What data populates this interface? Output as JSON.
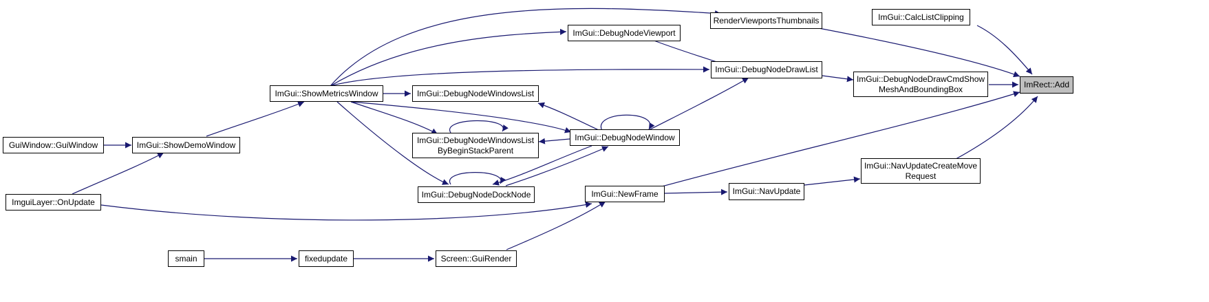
{
  "nodes": {
    "imrect_add": [
      "ImRect::Add"
    ],
    "calc_list_clipping": [
      "ImGui::CalcListClipping"
    ],
    "render_viewports_thumbnails": [
      "RenderViewportsThumbnails"
    ],
    "debug_node_viewport": [
      "ImGui::DebugNodeViewport"
    ],
    "debug_node_draw_list": [
      "ImGui::DebugNodeDrawList"
    ],
    "debug_node_draw_cmd_show": [
      "ImGui::DebugNodeDrawCmdShow",
      "MeshAndBoundingBox"
    ],
    "show_metrics_window": [
      "ImGui::ShowMetricsWindow"
    ],
    "debug_node_windows_list": [
      "ImGui::DebugNodeWindowsList"
    ],
    "debug_node_windows_list_by_begin": [
      "ImGui::DebugNodeWindowsList",
      "ByBeginStackParent"
    ],
    "debug_node_window": [
      "ImGui::DebugNodeWindow"
    ],
    "debug_node_dock_node": [
      "ImGui::DebugNodeDockNode"
    ],
    "gui_window": [
      "GuiWindow::GuiWindow"
    ],
    "show_demo_window": [
      "ImGui::ShowDemoWindow"
    ],
    "imgui_layer_on_update": [
      "ImguiLayer::OnUpdate"
    ],
    "new_frame": [
      "ImGui::NewFrame"
    ],
    "nav_update": [
      "ImGui::NavUpdate"
    ],
    "nav_update_create_move_request": [
      "ImGui::NavUpdateCreateMove",
      "Request"
    ],
    "smain": [
      "smain"
    ],
    "fixedupdate": [
      "fixedupdate"
    ],
    "screen_gui_render": [
      "Screen::GuiRender"
    ]
  },
  "colors": {
    "edge": "#191970",
    "focus_fill": "#bfbfbf",
    "node_border": "#000000"
  }
}
